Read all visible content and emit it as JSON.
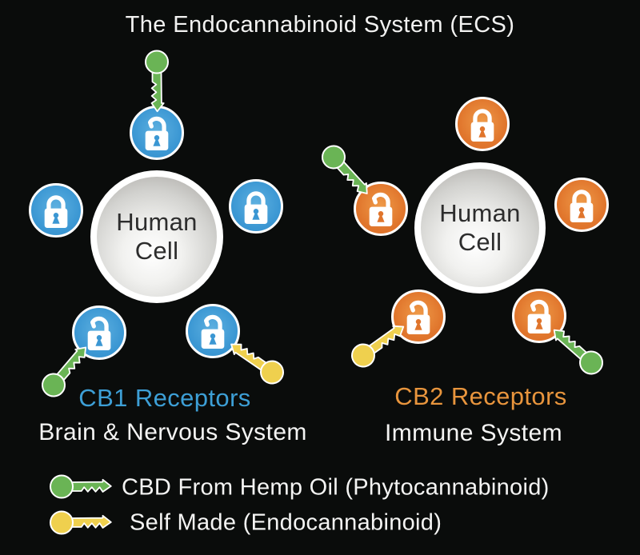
{
  "title": "The Endocannabinoid System (ECS)",
  "colors": {
    "background": "#0a0c0b",
    "blue": "#3b97d3",
    "orange": "#e0752c",
    "green": "#6ab455",
    "yellow": "#efd04e",
    "cb1_text": "#3d9fd6",
    "cb2_text": "#e8953d"
  },
  "cell_label": {
    "line1": "Human",
    "line2": "Cell"
  },
  "left_cluster": {
    "receptor_label": "CB1 Receptors",
    "system_label": "Brain & Nervous System"
  },
  "right_cluster": {
    "receptor_label": "CB2 Receptors",
    "system_label": "Immune System"
  },
  "legend": {
    "items": [
      {
        "key_color": "green",
        "label": "CBD From Hemp Oil (Phytocannabinoid)"
      },
      {
        "key_color": "yellow",
        "label": "Self Made (Endocannabinoid)"
      }
    ]
  }
}
